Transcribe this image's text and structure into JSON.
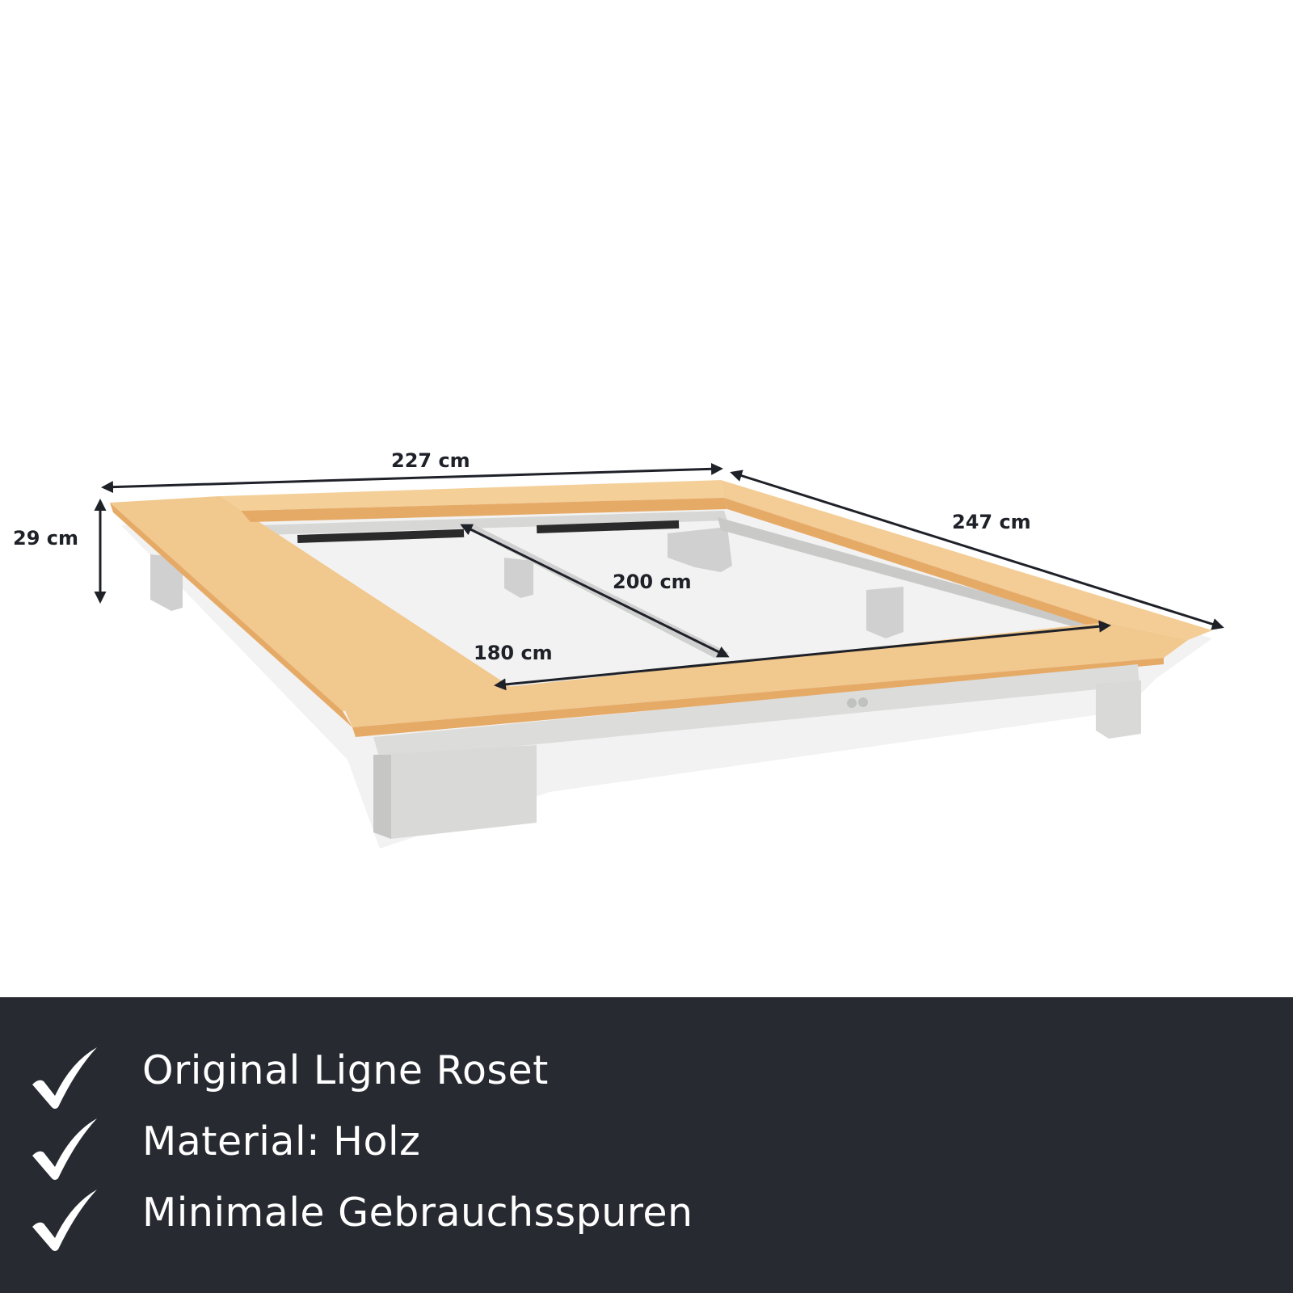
{
  "colors": {
    "band": "#272a31",
    "wood": "#f1c88d",
    "wood_edge": "#e6aa67",
    "metal": "#d7d8d6",
    "arrow": "#1f2128",
    "text_light": "#ffffff"
  },
  "dimensions": {
    "length_outer": "227 cm",
    "width_outer": "247 cm",
    "height": "29 cm",
    "mattress_length": "200 cm",
    "mattress_width": "180 cm"
  },
  "features": [
    {
      "icon": "check-icon",
      "text": "Original Ligne Roset"
    },
    {
      "icon": "check-icon",
      "text": "Material: Holz"
    },
    {
      "icon": "check-icon",
      "text": "Minimale Gebrauchsspuren"
    }
  ]
}
